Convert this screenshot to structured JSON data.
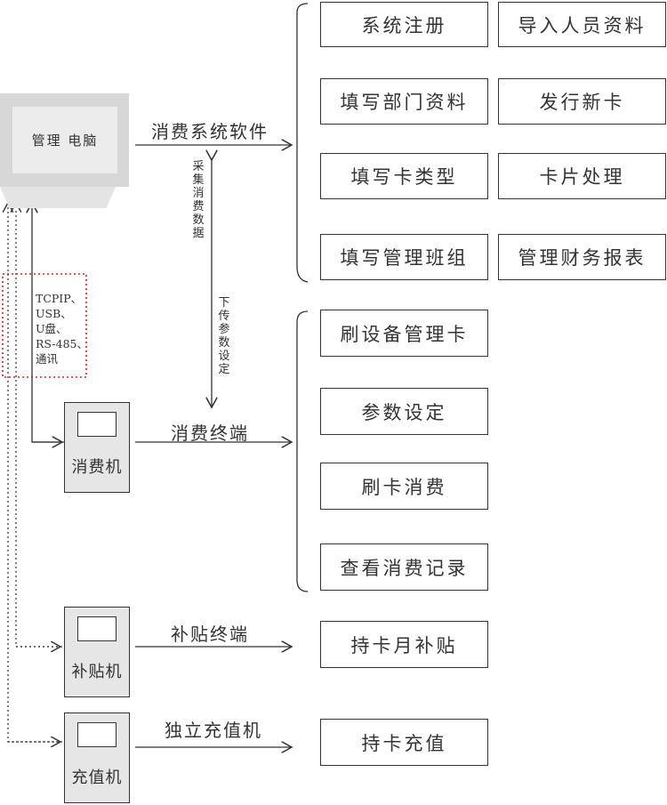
{
  "computer": {
    "label": "管理 电脑"
  },
  "software_label": "消费系统软件",
  "collect_label": "采集消费数据",
  "download_label": "下传参数设定",
  "comm_lines": [
    "TCPIP、",
    "USB、",
    "U盘、",
    "RS-485、",
    "通讯"
  ],
  "software_functions": [
    "系统注册",
    "导入人员资料",
    "填写部门资料",
    "发行新卡",
    "填写卡类型",
    "卡片处理",
    "填写管理班组",
    "管理财务报表"
  ],
  "consume_terminal": {
    "device": "消费机",
    "label": "消费终端",
    "functions": [
      "刷设备管理卡",
      "参数设定",
      "刷卡消费",
      "查看消费记录"
    ]
  },
  "subsidy_terminal": {
    "device": "补贴机",
    "label": "补贴终端",
    "function": "持卡月补贴"
  },
  "recharge_terminal": {
    "device": "充值机",
    "label": "独立充值机",
    "function": "持卡充值"
  }
}
